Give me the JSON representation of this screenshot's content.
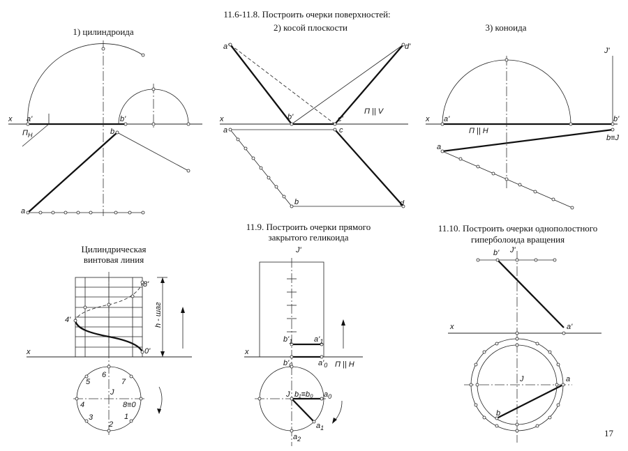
{
  "header": {
    "title": "11.6-11.8. Построить очерки поверхностей:"
  },
  "cylindroid": {
    "title": "1) цилиндроида",
    "labels": {
      "x": "x",
      "a_front": "a'",
      "b_front": "b'",
      "a": "a",
      "b": "b",
      "pi_h": "П",
      "pi_h_sub": "H"
    }
  },
  "oblique_plane": {
    "title": "2) косой плоскости",
    "labels": {
      "x": "x",
      "a_front": "a'",
      "b_front": "b'",
      "c_front": "c'",
      "d_front": "d'",
      "a": "a",
      "b": "b",
      "c": "c",
      "d": "d",
      "plane": "П || V"
    }
  },
  "conoid": {
    "title": "3) коноида",
    "labels": {
      "x": "x",
      "a_front": "a'",
      "b_front": "b'",
      "j_front": "J'",
      "a": "a",
      "bj": "b≡J",
      "plane": "П || H"
    }
  },
  "helix": {
    "title_line1": "Цилиндрическая",
    "title_line2": "винтовая линия",
    "labels": {
      "x": "x",
      "p8": "8'",
      "p4": "4'",
      "p0": "0'",
      "step": "h - шаг",
      "j": "J"
    },
    "circle_labels": [
      "1",
      "2",
      "3",
      "4",
      "5",
      "6",
      "7",
      "8≡0"
    ]
  },
  "helicoid": {
    "title_line1": "11.9. Построить очерки прямого",
    "title_line2": "закрытого геликоида",
    "labels": {
      "x": "x",
      "j_front": "J'",
      "b1_front": "b'",
      "b1_front_sub": "1",
      "a1_front": "a'",
      "a1_front_sub": "1",
      "b0_front": "b'",
      "b0_front_sub": "0",
      "a0_front": "a'",
      "a0_front_sub": "0",
      "plane": "П || H",
      "j": "J",
      "b1b0": "b₁≡b₀",
      "a0": "a",
      "a0_sub": "0",
      "a1": "a",
      "a1_sub": "1",
      "a2": "a",
      "a2_sub": "2"
    }
  },
  "hyperboloid": {
    "title_line1": "11.10. Построить очерки однополостного",
    "title_line2": "гиперболоида вращения",
    "labels": {
      "x": "x",
      "b_front": "b'",
      "j_front": "J'",
      "a_front": "a'",
      "j": "J",
      "a": "a",
      "b": "b"
    }
  },
  "page_number": "17"
}
